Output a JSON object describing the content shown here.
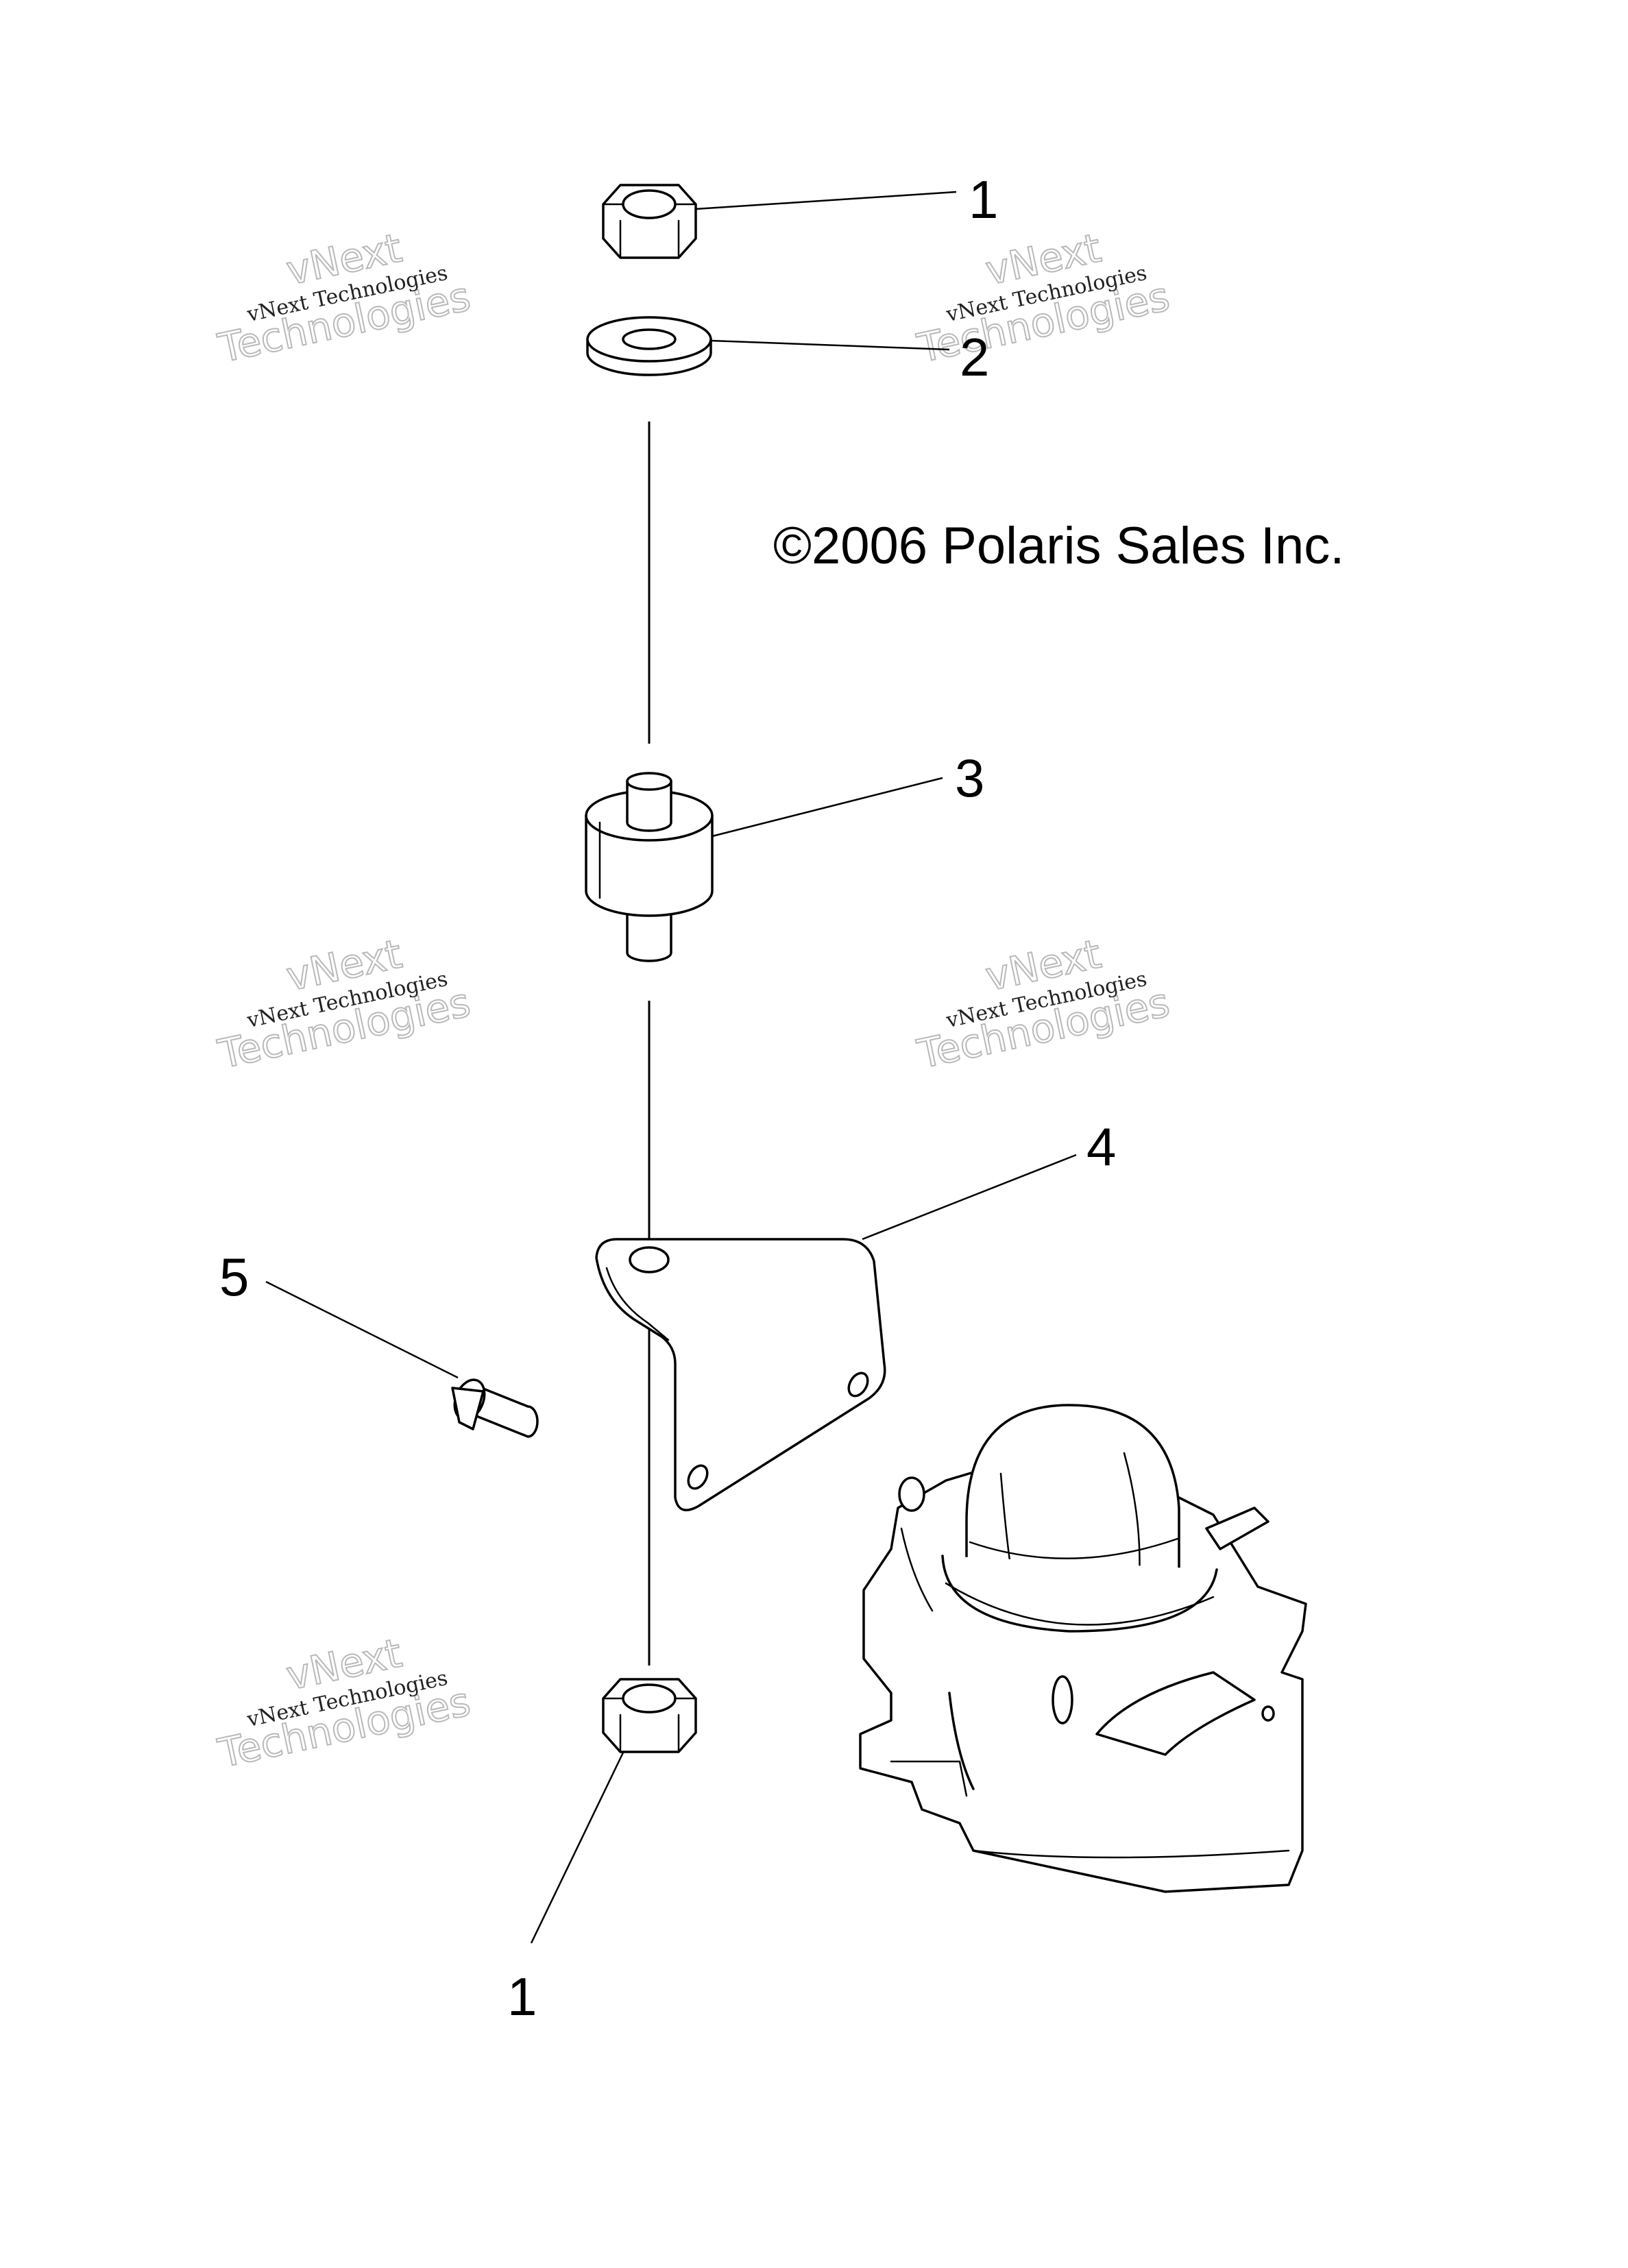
{
  "diagram": {
    "copyright": "©2006 Polaris Sales Inc.",
    "callouts": [
      {
        "id": "nut-top",
        "label": "1"
      },
      {
        "id": "washer",
        "label": "2"
      },
      {
        "id": "isolator",
        "label": "3"
      },
      {
        "id": "bracket",
        "label": "4"
      },
      {
        "id": "screw",
        "label": "5"
      },
      {
        "id": "nut-bottom",
        "label": "1"
      }
    ],
    "watermark": {
      "line_small": "vNext Technologies",
      "line_big_1": "vNext",
      "line_big_2": "Technologies"
    }
  }
}
